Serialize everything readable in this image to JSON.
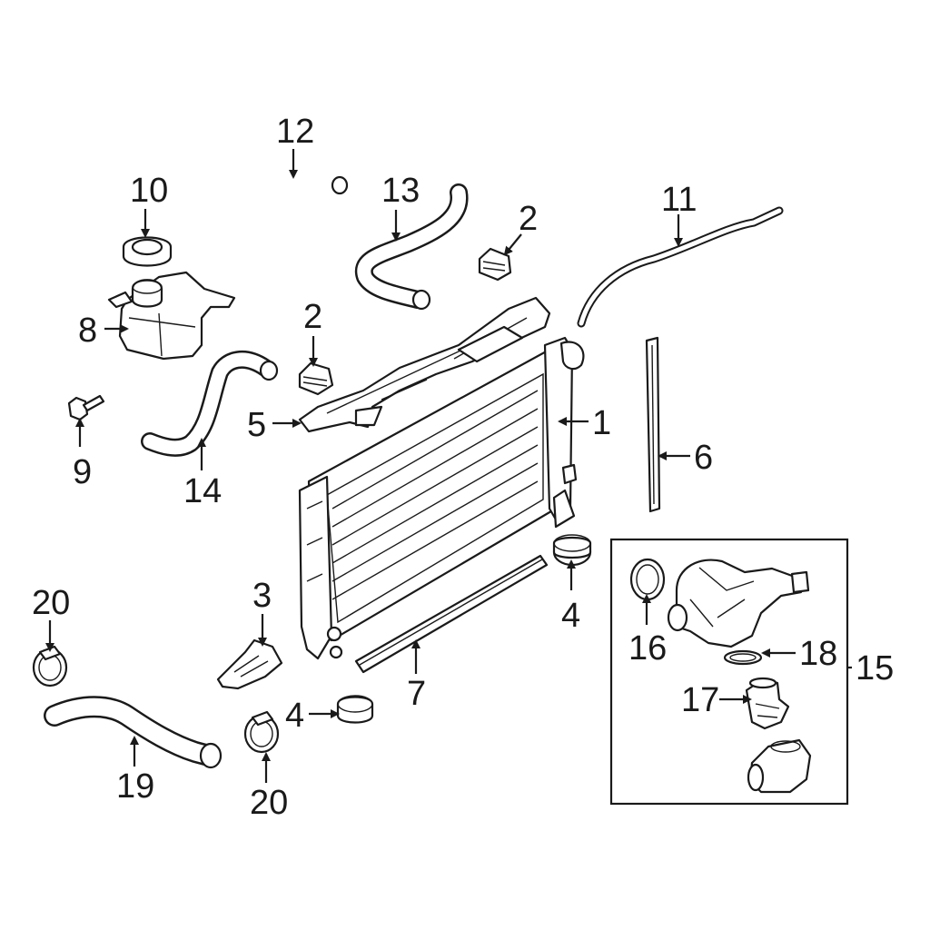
{
  "diagram": {
    "callouts": {
      "c1": "1",
      "c2a": "2",
      "c2b": "2",
      "c3": "3",
      "c4a": "4",
      "c4b": "4",
      "c5": "5",
      "c6": "6",
      "c7": "7",
      "c8": "8",
      "c9": "9",
      "c10": "10",
      "c11": "11",
      "c12": "12",
      "c13": "13",
      "c14": "14",
      "c15": "15",
      "c16": "16",
      "c17": "17",
      "c18": "18",
      "c19": "19",
      "c20a": "20",
      "c20b": "20"
    }
  }
}
